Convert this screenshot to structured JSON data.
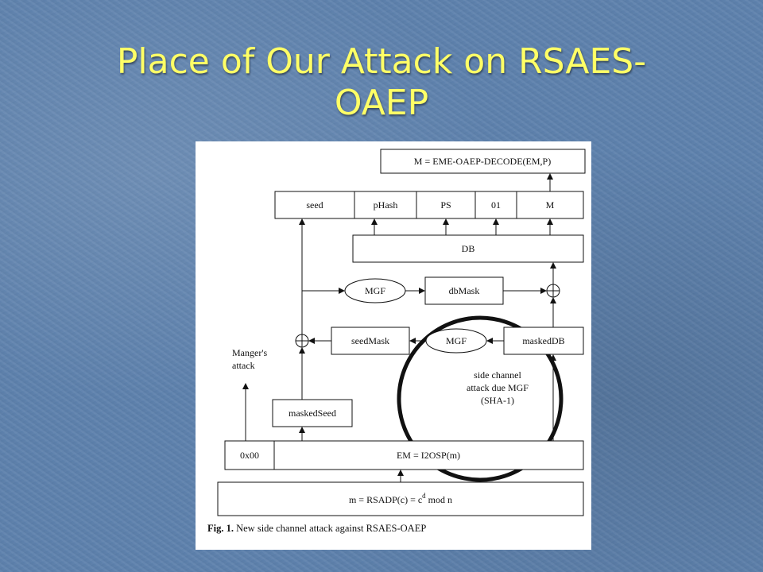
{
  "slide": {
    "title_line1": "Place of Our Attack on RSAES-",
    "title_line2": "OAEP"
  },
  "diagram": {
    "decode_box": "M = EME-OAEP-DECODE(EM,P)",
    "row_fields": [
      "seed",
      "pHash",
      "PS",
      "01",
      "M"
    ],
    "db": "DB",
    "mgf": "MGF",
    "dbmask": "dbMask",
    "seedmask": "seedMask",
    "maskeddb": "maskedDB",
    "maskedseed": "maskedSeed",
    "zero_byte": "0x00",
    "em": "EM = I2OSP(m)",
    "rsadp_base": "m = RSADP(c) = c",
    "rsadp_sup": "d",
    "rsadp_tail": " mod n",
    "manger_line1": "Manger's",
    "manger_line2": "attack",
    "side_line1": "side channel",
    "side_line2": "attack due MGF",
    "side_line3": "(SHA-1)",
    "caption_bold": "Fig. 1.",
    "caption_text": " New side channel attack against RSAES-OAEP"
  }
}
